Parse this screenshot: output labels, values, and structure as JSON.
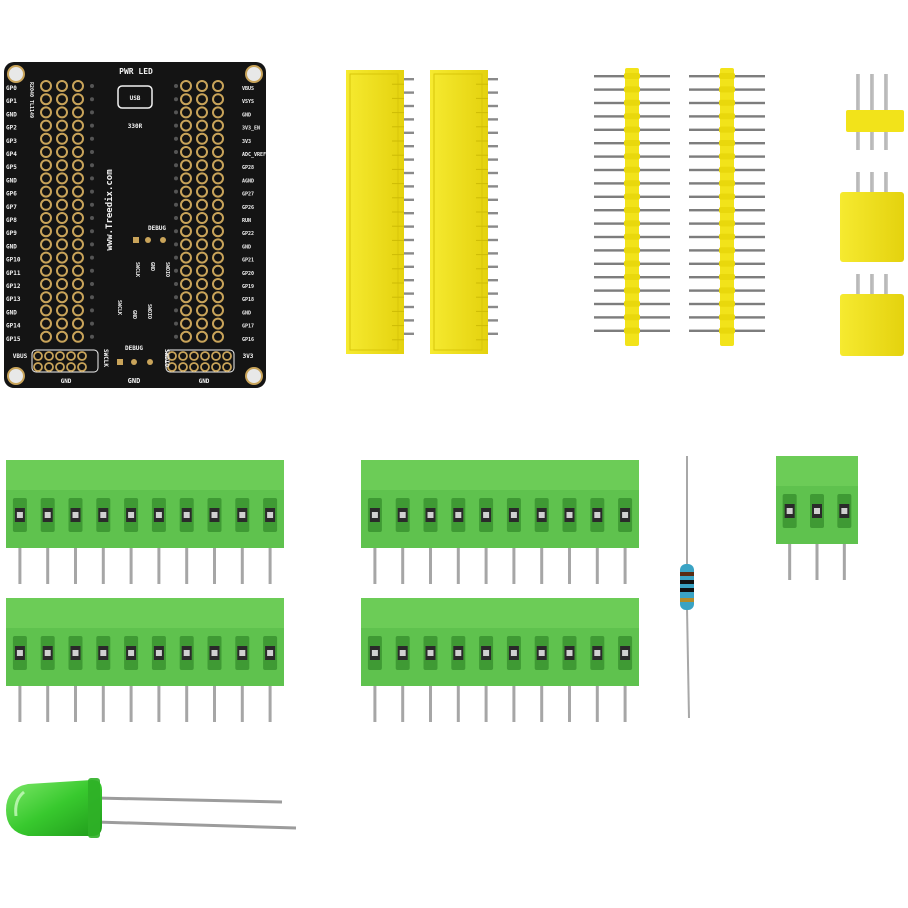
{
  "pcb": {
    "title": "PWR LED",
    "usb": "USB",
    "resistor": "330R",
    "url": "www.Treedix.com",
    "vertical_code": "R2040 TL1149",
    "debug_top": "DEBUG",
    "debug_bottom": "DEBUG",
    "sw_top": [
      "SWCLK",
      "GND",
      "SWDIO"
    ],
    "sw_mid": [
      "SWCLK",
      "GND",
      "SWDIO"
    ],
    "bottom_row": {
      "vbus": "VBUS",
      "gnd_left": "GND",
      "swclk": "SWCLK",
      "gnd_mid": "GND",
      "swdio": "SWDIO",
      "gnd_right": "GND",
      "v3": "3V3"
    },
    "left_pins": [
      "GP0",
      "GP1",
      "GND",
      "GP2",
      "GP3",
      "GP4",
      "GP5",
      "GND",
      "GP6",
      "GP7",
      "GP8",
      "GP9",
      "GND",
      "GP10",
      "GP11",
      "GP12",
      "GP13",
      "GND",
      "GP14",
      "GP15"
    ],
    "right_pins": [
      "VBUS",
      "VSYS",
      "GND",
      "3V3_EN",
      "3V3",
      "ADC_VREF",
      "GP28",
      "AGND",
      "GP27",
      "GP26",
      "RUN",
      "GP22",
      "GND",
      "GP21",
      "GP20",
      "GP19",
      "GP18",
      "GND",
      "GP17",
      "GP16"
    ]
  },
  "colors": {
    "pcb": "#141414",
    "pad": "#c9a45a",
    "silkscreen": "#f2f2f2",
    "yellow": "#f2e31a",
    "terminal_green": "#5fc24e",
    "led_green": "#35c82c"
  },
  "components": [
    {
      "icon": "pcb-board-icon"
    },
    {
      "icon": "female-header-icon"
    },
    {
      "icon": "male-header-icon"
    },
    {
      "icon": "short-header-icon"
    },
    {
      "icon": "screw-terminal-icon"
    },
    {
      "icon": "resistor-icon"
    },
    {
      "icon": "led-icon"
    }
  ]
}
